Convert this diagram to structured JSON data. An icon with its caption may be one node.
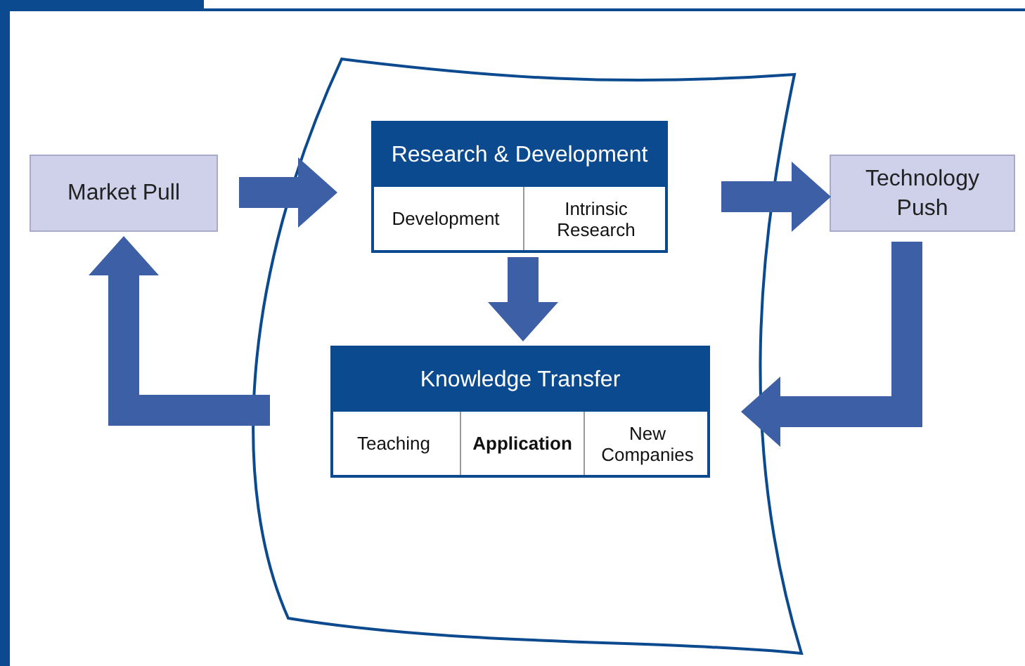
{
  "diagram": {
    "nodes": [
      {
        "text": [
          "Market Pull"
        ]
      },
      {
        "text": [],
        "shape": "sheet"
      },
      {
        "text": [
          "Research & Development"
        ],
        "in": 1
      },
      {
        "text": [
          "Development"
        ],
        "in": 2
      },
      {
        "text": [
          "Intrinsic Research"
        ],
        "in": 2
      },
      {
        "text": [
          "Technology Push"
        ]
      },
      {
        "text": [
          "Knowledge Transfer"
        ],
        "in": 1
      },
      {
        "text": [
          "Teaching"
        ],
        "in": 6
      },
      {
        "text": [
          "Application"
        ],
        "in": 6
      },
      {
        "text": [
          "New Companies"
        ],
        "in": 6
      }
    ],
    "edges": [
      {
        "from": 0,
        "to": 1,
        "arrow": "to"
      },
      {
        "from": 1,
        "to": 5,
        "arrow": "to"
      },
      {
        "from": 2,
        "to": 6,
        "arrow": "to"
      },
      {
        "from": 5,
        "to": 1,
        "arrow": "to"
      },
      {
        "from": 1,
        "to": 0,
        "arrow": "to"
      }
    ]
  }
}
